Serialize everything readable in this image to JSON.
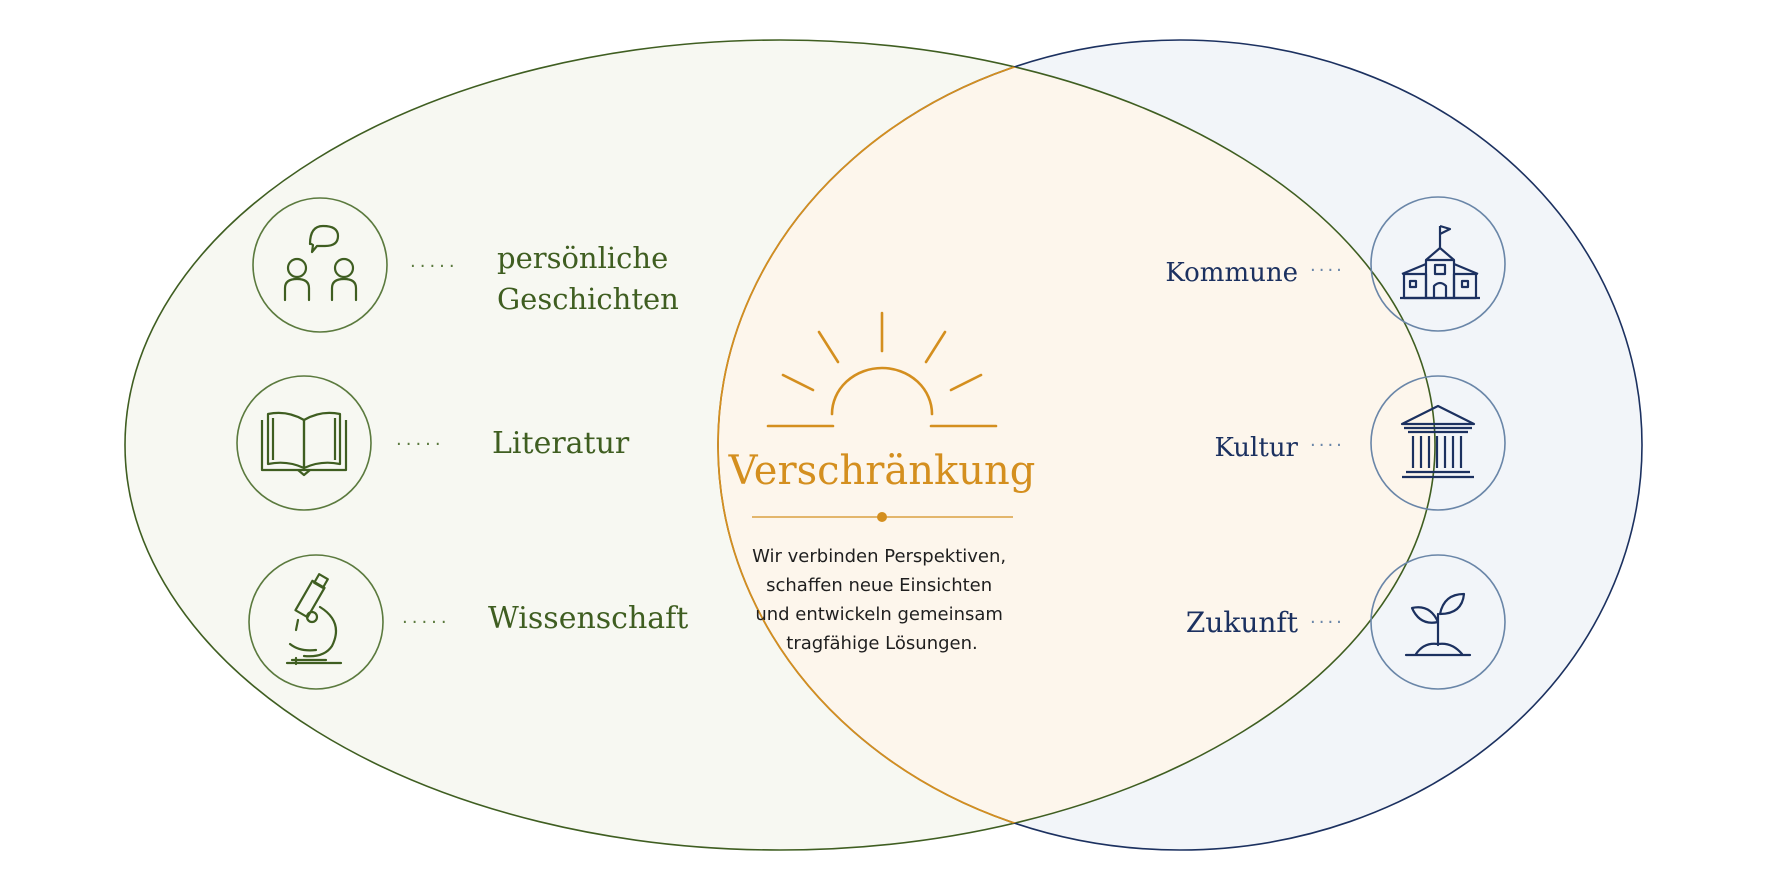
{
  "diagram": {
    "left_set": {
      "items": [
        {
          "icon": "people-speech-icon",
          "label_lines": [
            "persönliche",
            "Geschichten"
          ]
        },
        {
          "icon": "open-book-icon",
          "label_lines": [
            "Literatur"
          ]
        },
        {
          "icon": "microscope-icon",
          "label_lines": [
            "Wissenschaft"
          ]
        }
      ]
    },
    "right_set": {
      "items": [
        {
          "icon": "town-hall-icon",
          "label": "Kommune"
        },
        {
          "icon": "museum-columns-icon",
          "label": "Kultur"
        },
        {
          "icon": "sprout-icon",
          "label": "Zukunft"
        }
      ]
    },
    "center": {
      "icon": "sunrise-icon",
      "title": "Verschränkung",
      "text_lines": [
        "Wir verbinden Perspektiven,",
        "schaffen neue Einsichten",
        "und entwickeln gemeinsam",
        "tragfähige Lösungen."
      ]
    }
  },
  "colors": {
    "left_accent": "#3f5e21",
    "left_fill": "#f7f8f2",
    "right_accent": "#1c3160",
    "right_fill": "#f2f5f9",
    "right_icon_circle": "#6a86a8",
    "center_accent": "#d48f1f",
    "center_fill": "#fdf6ec",
    "body_text": "#1f1f1f"
  }
}
